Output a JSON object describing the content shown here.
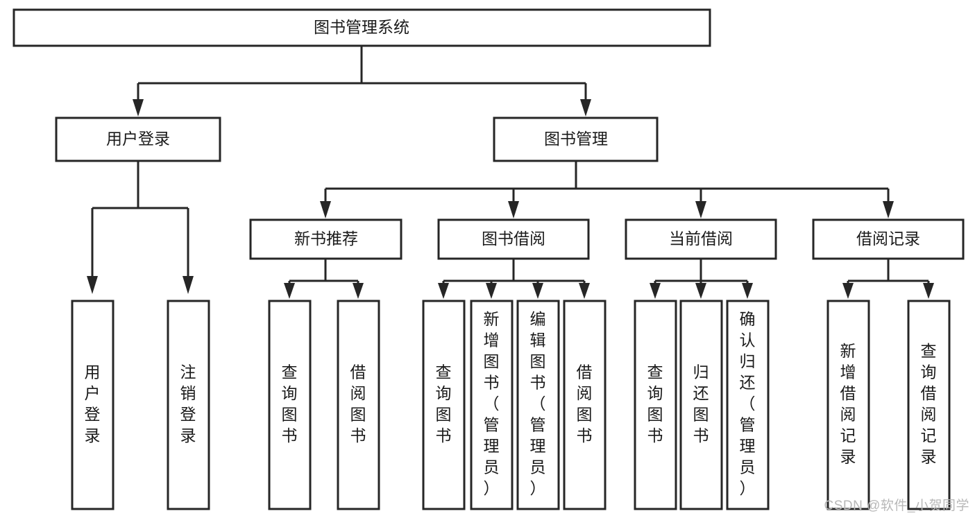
{
  "diagram": {
    "title": "图书管理系统",
    "watermark": "CSDN @软件_小贺同学",
    "colors": {
      "stroke": "#262626",
      "fill": "#ffffff",
      "text": "#1a1a1a",
      "watermark": "#b8b8b8"
    },
    "root": {
      "label": "图书管理系统"
    },
    "level2": [
      {
        "label": "用户登录"
      },
      {
        "label": "图书管理"
      }
    ],
    "level3": [
      {
        "label": "新书推荐"
      },
      {
        "label": "图书借阅"
      },
      {
        "label": "当前借阅"
      },
      {
        "label": "借阅记录"
      }
    ],
    "leaves": {
      "user_login": [
        {
          "label": "用户登录"
        },
        {
          "label": "注销登录"
        }
      ],
      "new_book_recommend": [
        {
          "label": "查询图书"
        },
        {
          "label": "借阅图书"
        }
      ],
      "book_borrow": [
        {
          "label": "查询图书"
        },
        {
          "label": "新增图书（管理员）"
        },
        {
          "label": "编辑图书（管理员）"
        },
        {
          "label": "借阅图书"
        }
      ],
      "current_borrow": [
        {
          "label": "查询图书"
        },
        {
          "label": "归还图书"
        },
        {
          "label": "确认归还（管理员）"
        }
      ],
      "borrow_record": [
        {
          "label": "新增借阅记录"
        },
        {
          "label": "查询借阅记录"
        }
      ]
    }
  }
}
